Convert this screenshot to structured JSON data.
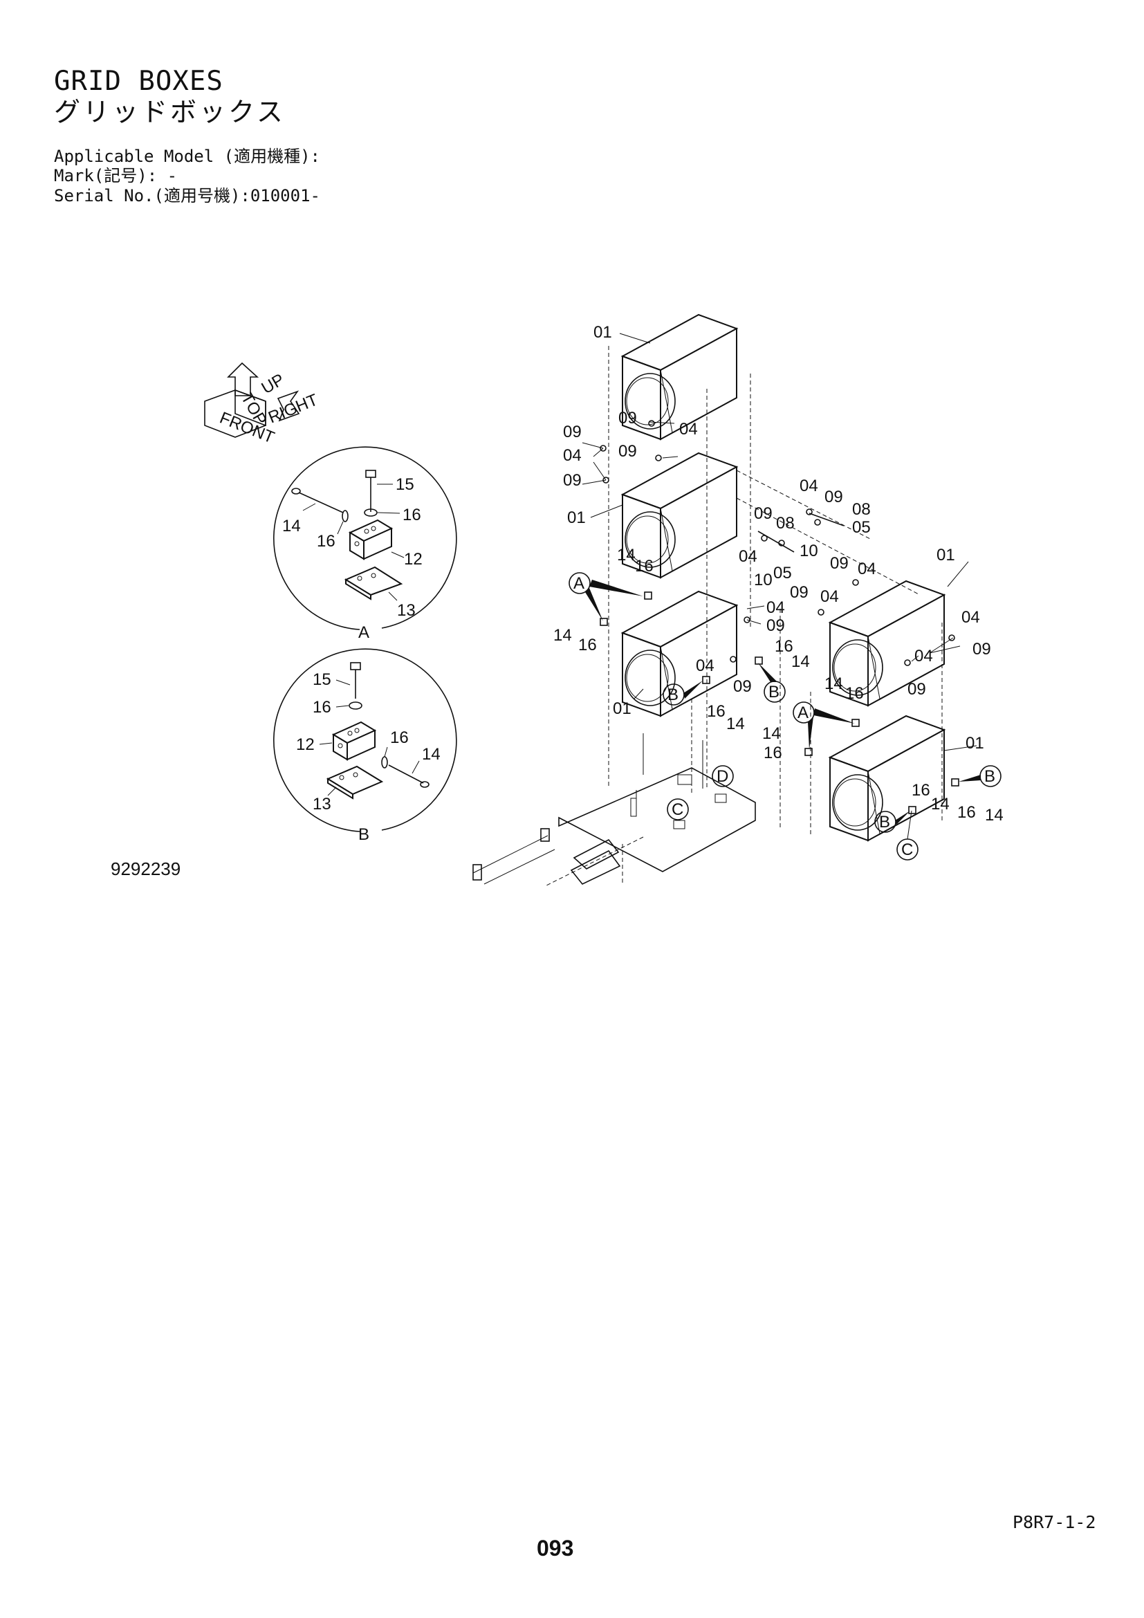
{
  "header": {
    "title_en": "GRID BOXES",
    "title_jp": "グリッドボックス",
    "applicable_model": "Applicable Model (適用機種):",
    "mark": "Mark(記号): -",
    "serial": "Serial No.(適用号機):010001-"
  },
  "illustration_no": "9292239",
  "page_code": "P8R7-1-2",
  "page_number": "093",
  "orientation_labels": {
    "front": "FRONT",
    "right": "RIGHT",
    "top": "TOP",
    "up": "UP"
  },
  "detail_views": [
    "A",
    "B"
  ],
  "callout_letters": [
    "A",
    "B",
    "C",
    "D"
  ],
  "part_callouts": [
    "01",
    "04",
    "05",
    "08",
    "09",
    "10",
    "12",
    "13",
    "14",
    "15",
    "16"
  ]
}
